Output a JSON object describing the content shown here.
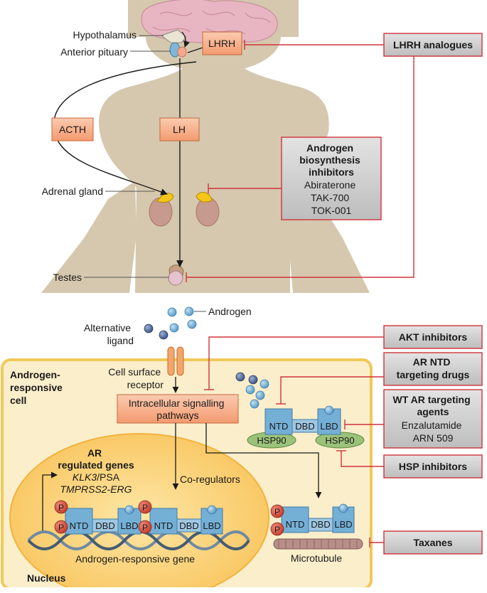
{
  "body_labels": {
    "hypothalamus": "Hypothalamus",
    "anterior_pituitary": "Anterior pituary",
    "adrenal_gland": "Adrenal gland",
    "testes": "Testes"
  },
  "hormones": {
    "lhrh": "LHRH",
    "acth": "ACTH",
    "lh": "LH"
  },
  "drugs": {
    "lhrh_analogues": "LHRH analogues",
    "androgen_biosynthesis": {
      "title_lines": [
        "Androgen",
        "biosynthesis",
        "inhibitors"
      ],
      "items": [
        "Abiraterone",
        "TAK-700",
        "TOK-001"
      ]
    },
    "akt_inhibitors": "AKT inhibitors",
    "ar_ntd": [
      "AR NTD",
      "targeting drugs"
    ],
    "wt_ar": {
      "title_lines": [
        "WT AR targeting",
        "agents"
      ],
      "items": [
        "Enzalutamide",
        "ARN 509"
      ]
    },
    "hsp_inhibitors": "HSP inhibitors",
    "taxanes": "Taxanes"
  },
  "cell": {
    "androgen": "Androgen",
    "alternative_ligand": [
      "Alternative",
      "ligand"
    ],
    "cell_label": [
      "Androgen-",
      "responsive",
      "cell"
    ],
    "receptor": [
      "Cell surface",
      "receptor"
    ],
    "signalling": [
      "Intracellular signalling",
      "pathways"
    ],
    "co_regulators": "Co-regulators",
    "ar_genes_title": [
      "AR",
      "regulated genes"
    ],
    "klk3": "KLK3",
    "psa": "/PSA",
    "tmprss2": "TMPRSS2-ERG",
    "gene": "Androgen-responsive gene",
    "nucleus": "Nucleus",
    "microtubule": "Microtubule"
  },
  "ar_domains": {
    "ntd": "NTD",
    "dbd": "DBD",
    "lbd": "LBD",
    "hsp90": "HSP90",
    "phospho": "P"
  },
  "colors": {
    "body": "#d5c8ae",
    "hormone_box": "#f7b493",
    "drug_box": "#d0d0d0",
    "inhibitor_line": "#d0333b",
    "cell_bg": "#fbeecb",
    "nucleus": "#fcd27b",
    "domain": "#74afd6",
    "hsp90": "#9bc27a"
  }
}
